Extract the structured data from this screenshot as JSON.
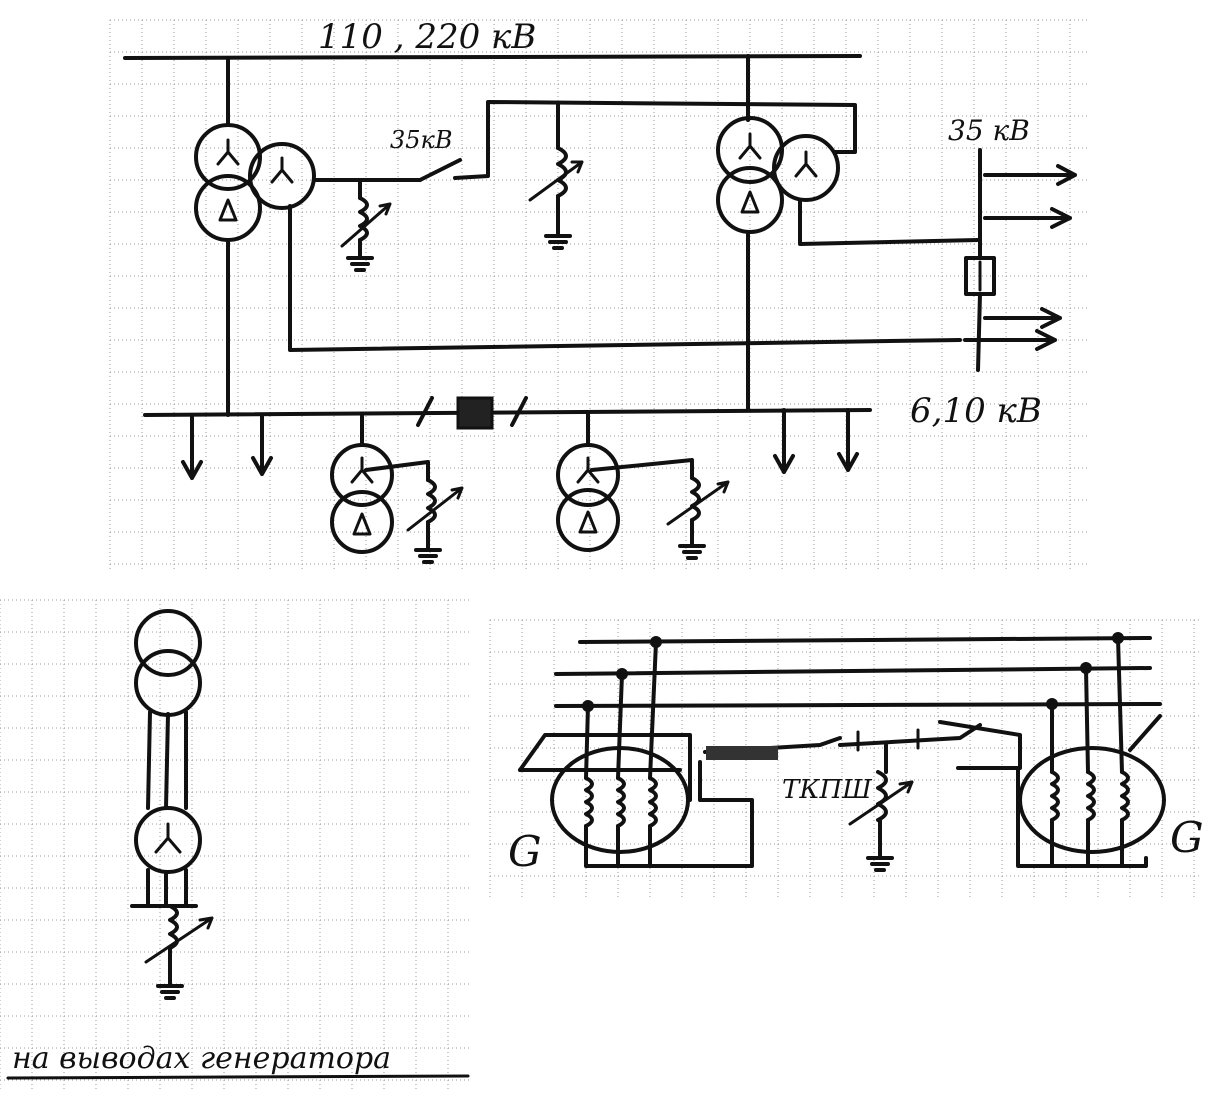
{
  "labels": {
    "hv_bus": "110 , 220 кВ",
    "mv_35_left": "35кВ",
    "mv_35_right": "35 кВ",
    "lv_bus": "6,10 кВ",
    "tkpsh": "ТКПШ",
    "gen_left": "G",
    "gen_right": "G",
    "caption": "на выводах генератора"
  },
  "colors": {
    "ink": "#111111",
    "grid": "#9a9a9a",
    "paper": "#ffffff"
  }
}
